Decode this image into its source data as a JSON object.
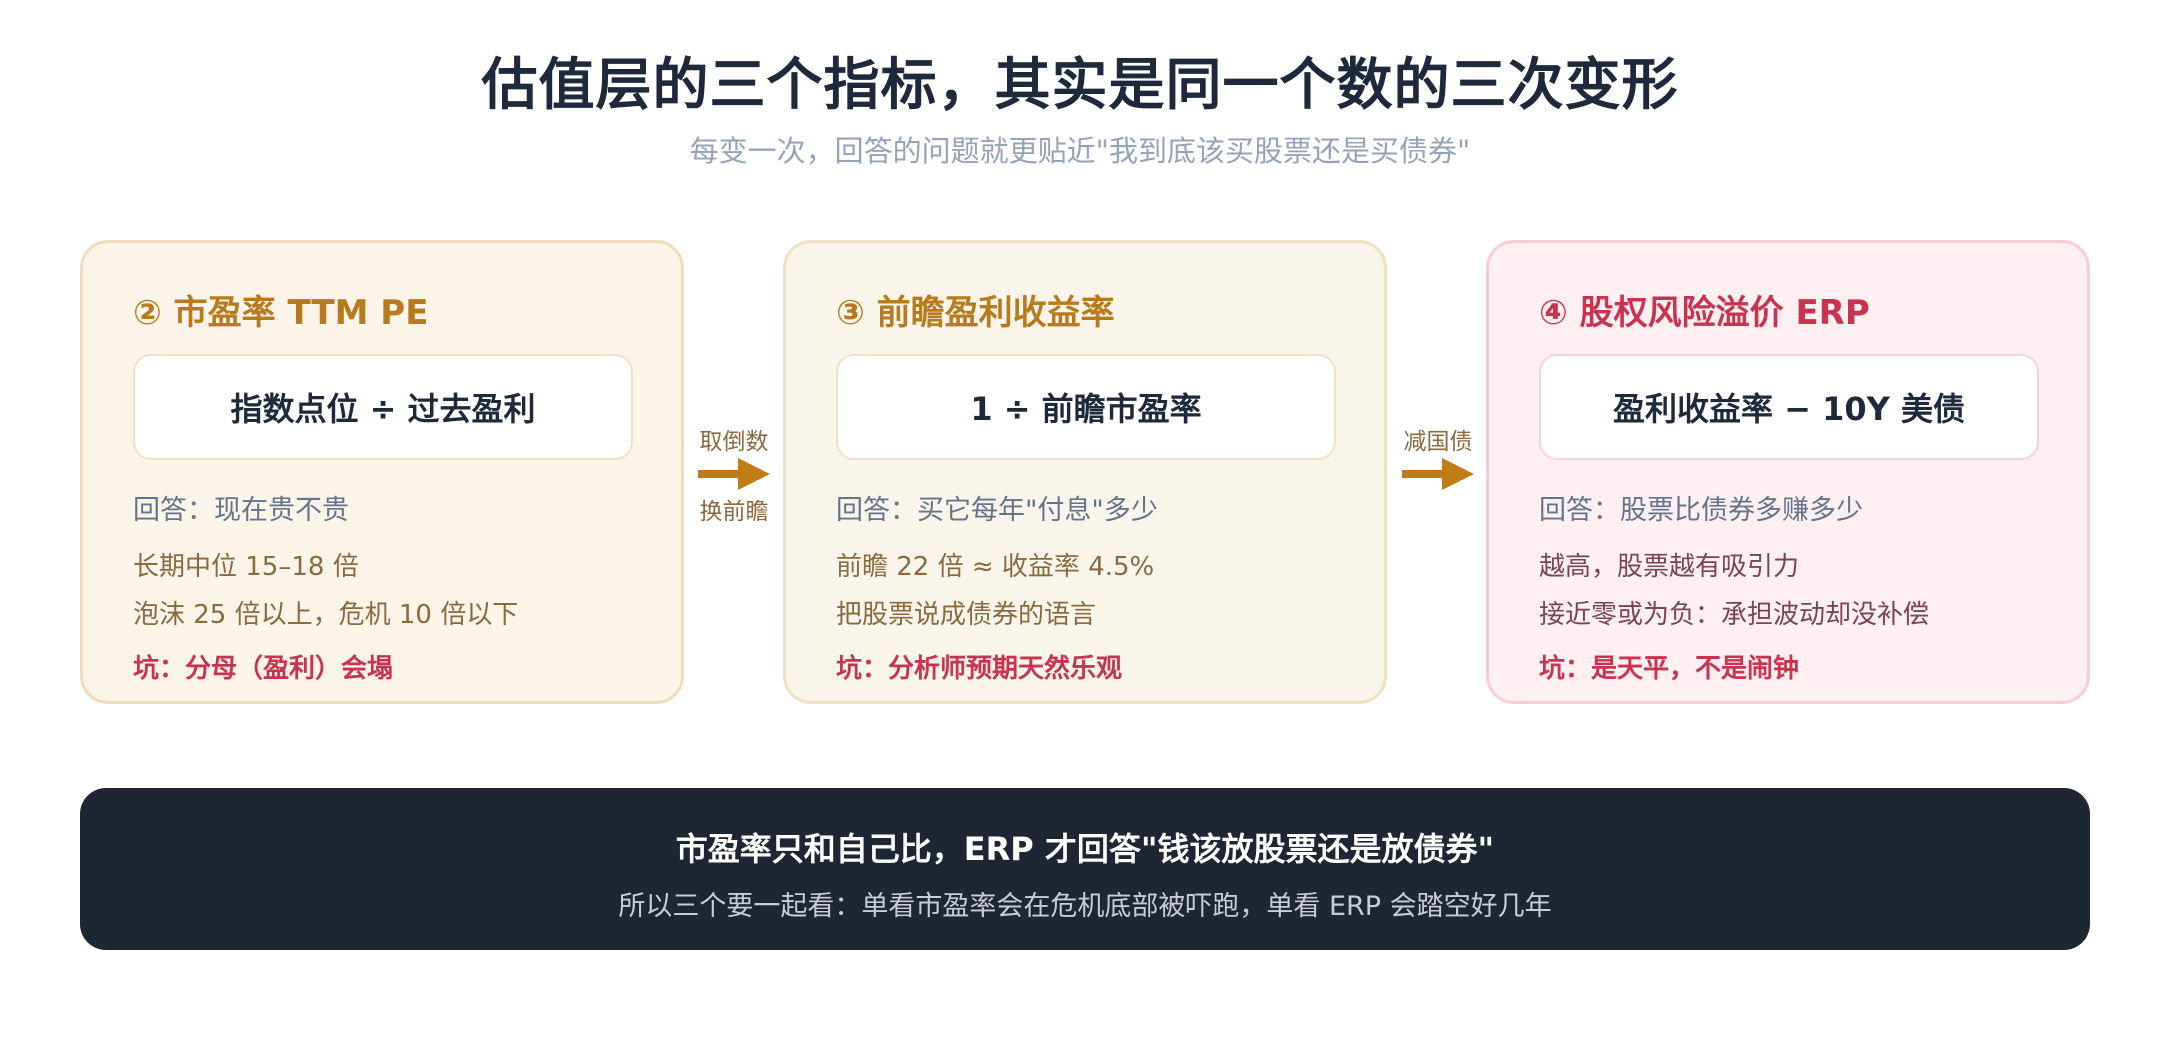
{
  "title": "估值层的三个指标，其实是同一个数的三次变形",
  "subtitle": "每变一次，回答的问题就更贴近\"我到底该买股票还是买债券\"",
  "cards": [
    {
      "title": "② 市盈率 TTM PE",
      "formula": "指数点位 ÷ 过去盈利",
      "answer": "回答：现在贵不贵",
      "note1": "长期中位 15–18 倍",
      "note2": "泡沫 25 倍以上，危机 10 倍以下",
      "pit": "坑：分母（盈利）会塌"
    },
    {
      "title": "③ 前瞻盈利收益率",
      "formula": "1 ÷ 前瞻市盈率",
      "answer": "回答：买它每年\"付息\"多少",
      "note1": "前瞻 22 倍 ≈ 收益率 4.5%",
      "note2": "把股票说成债券的语言",
      "pit": "坑：分析师预期天然乐观"
    },
    {
      "title": "④ 股权风险溢价 ERP",
      "formula": "盈利收益率 − 10Y 美债",
      "answer": "回答：股票比债券多赚多少",
      "note1": "越高，股票越有吸引力",
      "note2": "接近零或为负：承担波动却没补偿",
      "pit": "坑：是天平，不是闹钟"
    }
  ],
  "arrows": [
    {
      "top": "取倒数",
      "bottom": "换前瞻"
    },
    {
      "top": "减国债",
      "bottom": ""
    }
  ],
  "banner": {
    "main": "市盈率只和自己比，ERP 才回答\"钱该放股票还是放债券\"",
    "sub": "所以三个要一起看：单看市盈率会在危机底部被吓跑，单看 ERP 会踏空好几年"
  },
  "colors": {
    "accent_gold": "#b77a1c",
    "accent_red": "#c8344f",
    "arrow": "#c07d17",
    "banner_bg": "#1e2533"
  }
}
